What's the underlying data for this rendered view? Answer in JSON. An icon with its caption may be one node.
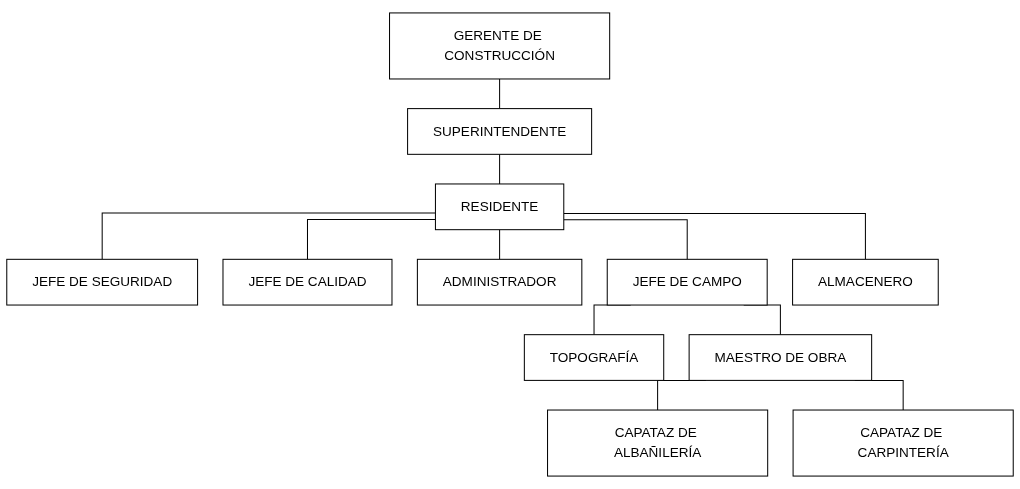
{
  "diagram": {
    "nodes": [
      {
        "text": [
          "GERENTE DE CONSTRUCCIÓN"
        ]
      },
      {
        "text": [
          "SUPERINTENDENTE"
        ]
      },
      {
        "text": [
          "RESIDENTE"
        ]
      },
      {
        "text": [
          "JEFE DE SEGURIDAD"
        ]
      },
      {
        "text": [
          "JEFE DE CALIDAD"
        ]
      },
      {
        "text": [
          "ADMINISTRADOR"
        ]
      },
      {
        "text": [
          "JEFE DE CAMPO"
        ]
      },
      {
        "text": [
          "ALMACENERO"
        ]
      },
      {
        "text": [
          "TOPOGRAFÍA"
        ]
      },
      {
        "text": [
          "MAESTRO DE OBRA"
        ]
      },
      {
        "text": [
          "CAPATAZ DE ALBAÑILERÍA"
        ]
      },
      {
        "text": [
          "CAPATAZ DE CARPINTERÍA"
        ]
      }
    ],
    "edges": [
      {
        "from": 0,
        "to": 1,
        "arrow": "none"
      },
      {
        "from": 1,
        "to": 2,
        "arrow": "none"
      },
      {
        "from": 2,
        "to": 3,
        "arrow": "none"
      },
      {
        "from": 2,
        "to": 4,
        "arrow": "none"
      },
      {
        "from": 2,
        "to": 5,
        "arrow": "none"
      },
      {
        "from": 2,
        "to": 6,
        "arrow": "none"
      },
      {
        "from": 2,
        "to": 7,
        "arrow": "none"
      },
      {
        "from": 6,
        "to": 8,
        "arrow": "none"
      },
      {
        "from": 6,
        "to": 9,
        "arrow": "none"
      },
      {
        "from": 9,
        "to": 10,
        "arrow": "none"
      },
      {
        "from": 9,
        "to": 11,
        "arrow": "none"
      }
    ]
  }
}
